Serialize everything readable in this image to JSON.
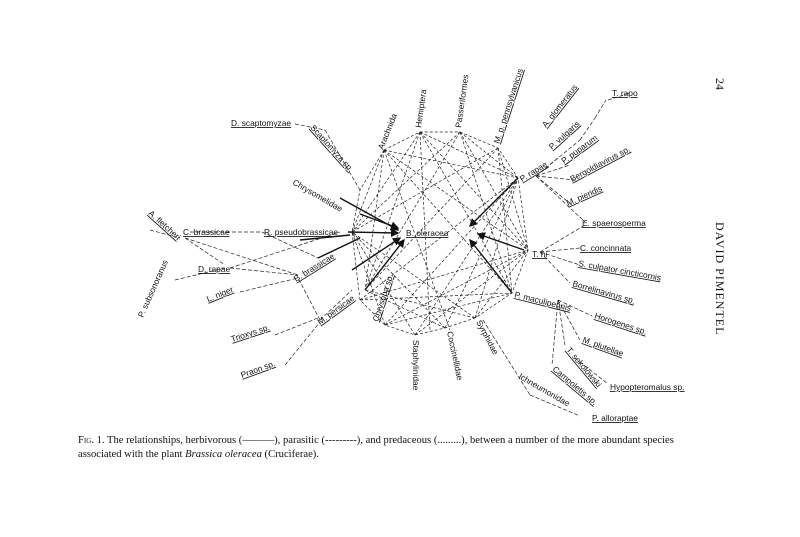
{
  "page_number": "24",
  "running_head": "DAVID PIMENTEL",
  "caption": {
    "fig_label": "Fig. 1.",
    "text_1": "The relationships, herbivorous (———), parasitic (---------), and predaceous (.........), between a number of the more abundant species associated with the plant",
    "plant": "Brassica oleracea",
    "text_2": "(Cruciferae)."
  },
  "nodes": {
    "b_oleracea": "B. oleracea",
    "arachnida": "Arachnida",
    "hemiptera": "Hemiptera",
    "passeriformes": "Passeriformes",
    "m_pennsylvanicus": "M. p. pennsylvanicus",
    "p_rapae": "P. rapae",
    "t_ni": "T. ni",
    "p_maculipennis": "P. maculipennis",
    "syrphidae": "Syrphidae",
    "coccinellidae": "Coccinellidae",
    "staphylinidae": "Staphylinidae",
    "chrysopa": "Chrysopa sp.",
    "m_persicae": "M. persicae",
    "b_brassicae": "B. brassicae",
    "r_pseudobrassicae": "R. pseudobrassicae",
    "chrysomelidae": "Chrysomelidae",
    "scaptomyza": "Scaptomyza sp.",
    "d_scaptomyzae": "D. scaptomyzae",
    "c_brassicae": "C. brassicae",
    "a_fletcheri": "A. fletcheri",
    "d_rapae": "D. rapae",
    "l_niger": "L. niger",
    "trioxys": "Trioxys sp.",
    "praon": "Praon sp.",
    "p_subsonoranus": "P. subsonoranus",
    "a_glomeratus": "A. glomeratus",
    "t_rapo": "T. rapo",
    "p_vulgaris": "P. vulgaris",
    "p_puparum": "P. puparum",
    "bergoldiavirus": "Bergoldiavirus sp.",
    "m_pieridis": "M. pieridis",
    "e_spaerosperma": "E. spaerosperma",
    "c_concinnata": "C. concinnata",
    "s_culpator": "S. culpator cincticornis",
    "borrelinavirus": "Borrelinavirus sp.",
    "horogenes": "Horogenes sp.",
    "m_plutellae": "M. plutellae",
    "t_sokolowski": "T. sokolowski",
    "campoletis": "Campoletis sp.",
    "hypopteromalus": "Hypopteromalus sp.",
    "ichneumonidae": "Ichneumonidae",
    "p_alloraptae": "P. alloraptae"
  }
}
